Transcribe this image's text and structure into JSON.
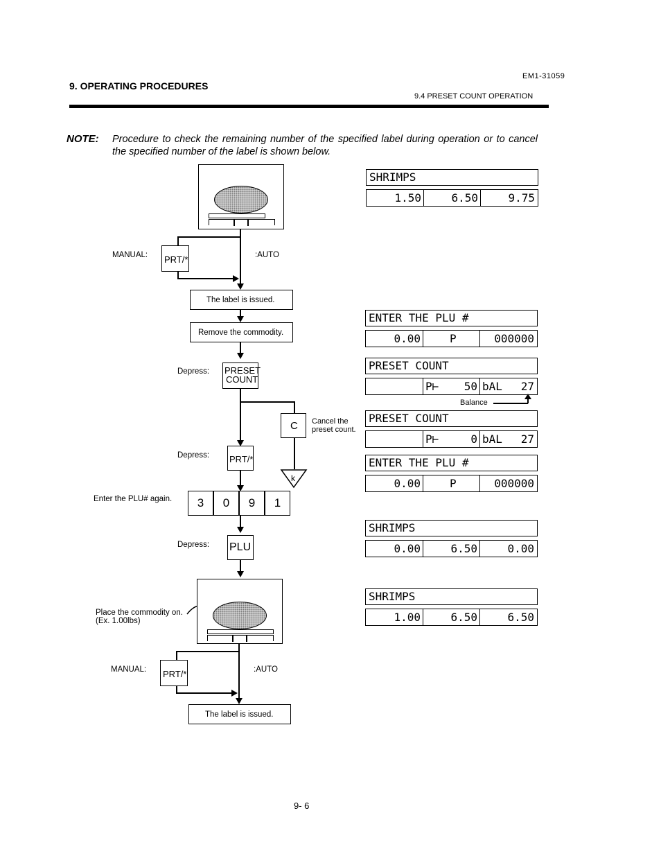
{
  "header": {
    "section": "9. OPERATING PROCEDURES",
    "doc_id": "EM1-31059",
    "subsection": "9.4  PRESET COUNT OPERATION"
  },
  "note": {
    "label": "NOTE:",
    "text": "Procedure to check the remaining number of the specified label during operation or to cancel the specified number of the label is shown below."
  },
  "flow": {
    "manual_1": "MANUAL:",
    "auto_1": ":AUTO",
    "prt_key_1": "PRT/*",
    "issued_1": "The label is issued.",
    "remove": "Remove the commodity.",
    "depress_1": "Depress:",
    "preset_key_line1": "PRESET",
    "preset_key_line2": "COUNT",
    "c_key": "C",
    "cancel_line1": "Cancel the",
    "cancel_line2": "preset count.",
    "depress_2": "Depress:",
    "prt_key_2": "PRT/*",
    "k_label": "k",
    "enter_plu_again": "Enter the PLU# again.",
    "plu_digits": [
      "3",
      "0",
      "9",
      "1"
    ],
    "depress_3": "Depress:",
    "plu_key": "PLU",
    "place_line1": "Place the commodity on.",
    "place_line2": "(Ex. 1.00lbs)",
    "manual_2": "MANUAL:",
    "auto_2": ":AUTO",
    "prt_key_3": "PRT/*",
    "issued_2": "The label is issued."
  },
  "displays": [
    {
      "top": "SHRIMPS",
      "cells": [
        "1.50",
        "6.50",
        "9.75"
      ]
    },
    {
      "top": "ENTER THE PLU #",
      "cells": [
        "0.00",
        "P",
        "000000"
      ]
    },
    {
      "top": "PRESET COUNT",
      "cells": [
        "",
        "P⊢",
        "50",
        "bAL",
        "27"
      ]
    },
    {
      "top": "PRESET COUNT",
      "cells": [
        "",
        "P⊢",
        "0",
        "bAL",
        "27"
      ]
    },
    {
      "top": "ENTER THE PLU #",
      "cells": [
        "0.00",
        "P",
        "000000"
      ]
    },
    {
      "top": "SHRIMPS",
      "cells": [
        "0.00",
        "6.50",
        "0.00"
      ]
    },
    {
      "top": "SHRIMPS",
      "cells": [
        "1.00",
        "6.50",
        "6.50"
      ]
    }
  ],
  "balance_label": "Balance",
  "page_number": "9- 6"
}
